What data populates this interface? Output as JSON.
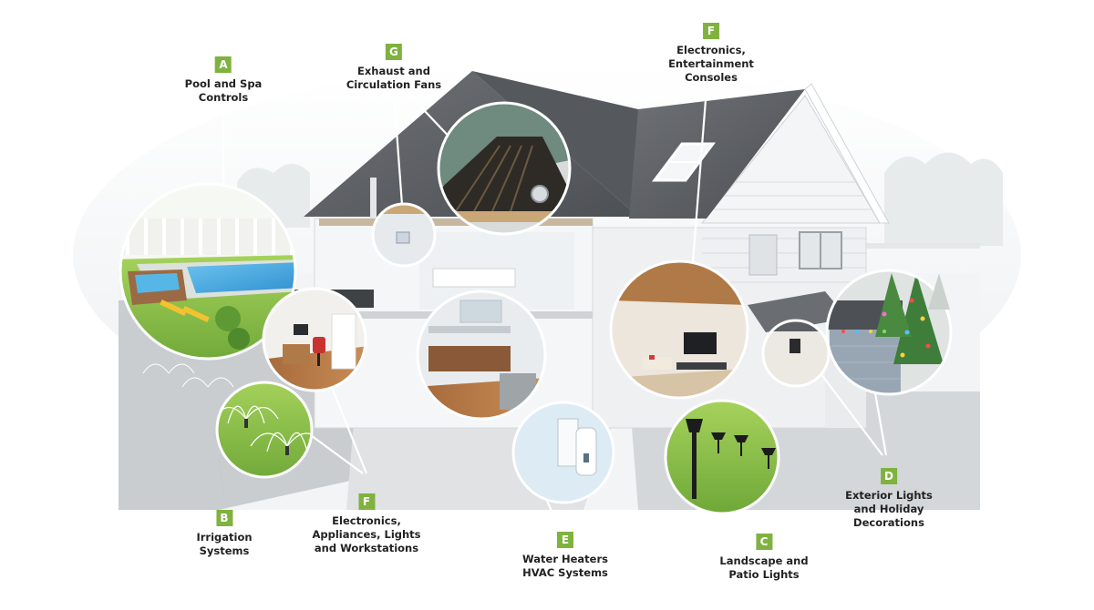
{
  "colors": {
    "badge": "#7fb23f",
    "roof": "#5d6064",
    "siding": "#f1f2f3",
    "pool": "#3f9fd8",
    "lawn": "#8dc24a",
    "circle_stroke": "#ffffff"
  },
  "callouts": [
    {
      "id": "A",
      "letter": "A",
      "label": "Pool and Spa\nControls"
    },
    {
      "id": "G",
      "letter": "G",
      "label": "Exhaust and\nCirculation Fans"
    },
    {
      "id": "F_top",
      "letter": "F",
      "label": "Electronics,\nEntertainment\nConsoles"
    },
    {
      "id": "B",
      "letter": "B",
      "label": "Irrigation\nSystems"
    },
    {
      "id": "F_bottom",
      "letter": "F",
      "label": "Electronics,\nAppliances, Lights\nand Workstations"
    },
    {
      "id": "E",
      "letter": "E",
      "label": "Water Heaters\nHVAC Systems"
    },
    {
      "id": "C",
      "letter": "C",
      "label": "Landscape and\nPatio Lights"
    },
    {
      "id": "D",
      "letter": "D",
      "label": "Exterior Lights\nand Holiday\nDecorations"
    }
  ]
}
